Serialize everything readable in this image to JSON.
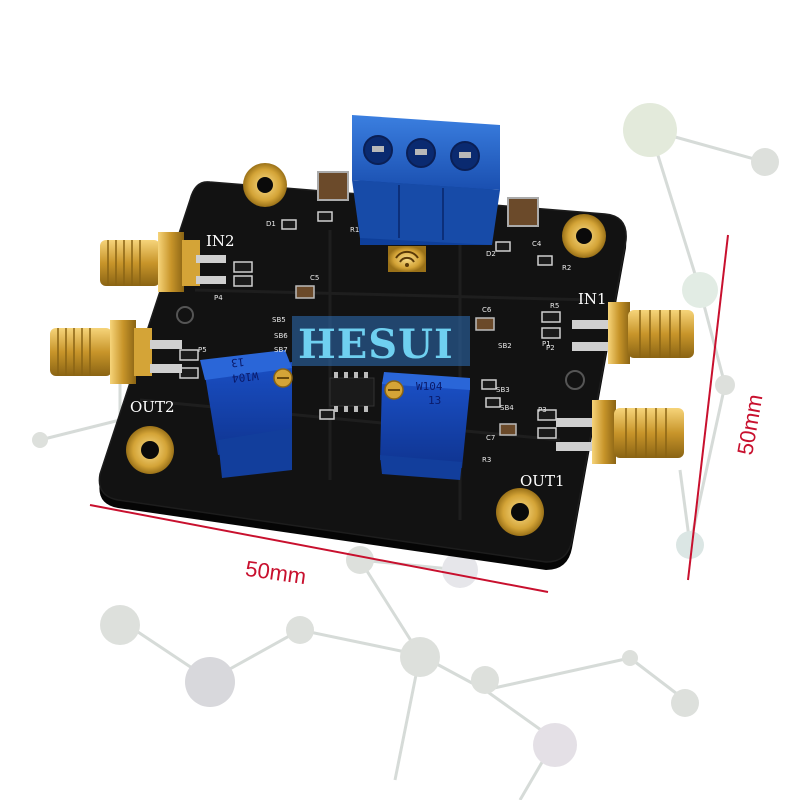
{
  "watermark": "HESUI",
  "dimensions": {
    "width": "50mm",
    "height": "50mm"
  },
  "board": {
    "labels": {
      "in1": "IN1",
      "in2": "IN2",
      "out1": "OUT1",
      "out2": "OUT2"
    },
    "pots": [
      {
        "line1": "W104",
        "line2": "13"
      },
      {
        "line1": "W104",
        "line2": "13"
      }
    ],
    "components": [
      "SB2",
      "SB3",
      "SB4",
      "SB5",
      "SB6",
      "SB7",
      "C5",
      "C6",
      "C7",
      "C4",
      "P1",
      "P2",
      "P3",
      "P4",
      "P5",
      "R5",
      "R1",
      "R2",
      "R3",
      "D1",
      "D2"
    ]
  },
  "colors": {
    "pcb": "#111111",
    "terminal_block": "#1f63c8",
    "pot_body": "#1a4fc4",
    "sma_gold": "#d4a437",
    "dimension_line": "#c8102e",
    "watermark": "#6fd0f0"
  }
}
